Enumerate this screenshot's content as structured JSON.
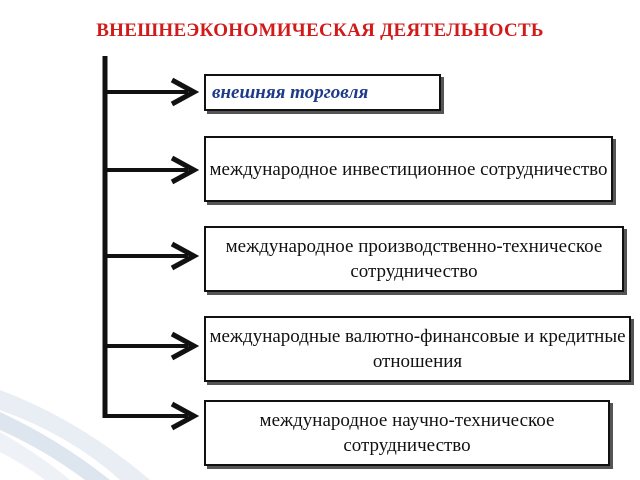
{
  "diagram": {
    "title": "ВНЕШНЕЭКОНОМИЧЕСКАЯ ДЕЯТЕЛЬНОСТЬ",
    "items": [
      {
        "label": "внешняя торговля"
      },
      {
        "label": "международное инвестиционное сотрудничество"
      },
      {
        "label": "международное производственно-техническое сотрудничество"
      },
      {
        "label": "международные валютно-финансовые и кредитные отношения"
      },
      {
        "label": "международное научно-техническое сотрудничество"
      }
    ]
  },
  "colors": {
    "title": "#d11a1a",
    "first_item": "#1f3a8a",
    "line": "#111111",
    "shadow": "#555555"
  }
}
